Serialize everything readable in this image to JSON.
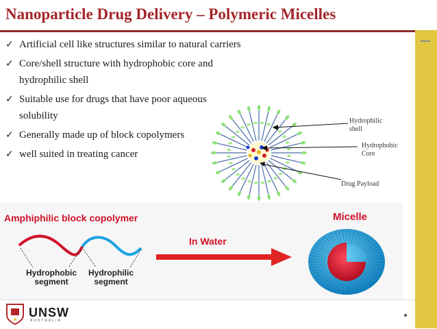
{
  "title": "Nanoparticle Drug Delivery – Polymeric Micelles",
  "bullets": {
    "b1": "Artificial cell like structures similar to natural carriers",
    "b2a": "Core/shell structure with hydrophobic core and",
    "b2b": "hydrophilic shell",
    "b3a": "Suitable use for drugs that have poor aqueous",
    "b3b": "solubility",
    "b4": "Generally made up of block copolymers",
    "b5": "well suited in treating cancer",
    "check": "✓"
  },
  "diagram": {
    "hydrophilic_shell": [
      "Hydrophilic",
      "shell"
    ],
    "hydrophobic_core": [
      "Hydrophobic",
      "Core"
    ],
    "drug_payload": "Drug Payload"
  },
  "bottom": {
    "amphiphilic": "Amphiphilic block copolymer",
    "hydrophobic_segment": [
      "Hydrophobic",
      "segment"
    ],
    "hydrophilic_segment": [
      "Hydrophilic",
      "segment"
    ],
    "in_water": "In Water",
    "micelle": "Micelle"
  },
  "logo": {
    "name": "UNSW",
    "sub": "AUSTRALIA"
  },
  "colors": {
    "title": "#a3262a",
    "accent_bar": "#e2c743",
    "arrow": "#e02424",
    "hydrophobic": "#d0122a",
    "hydrophilic": "#1aa3e0"
  }
}
